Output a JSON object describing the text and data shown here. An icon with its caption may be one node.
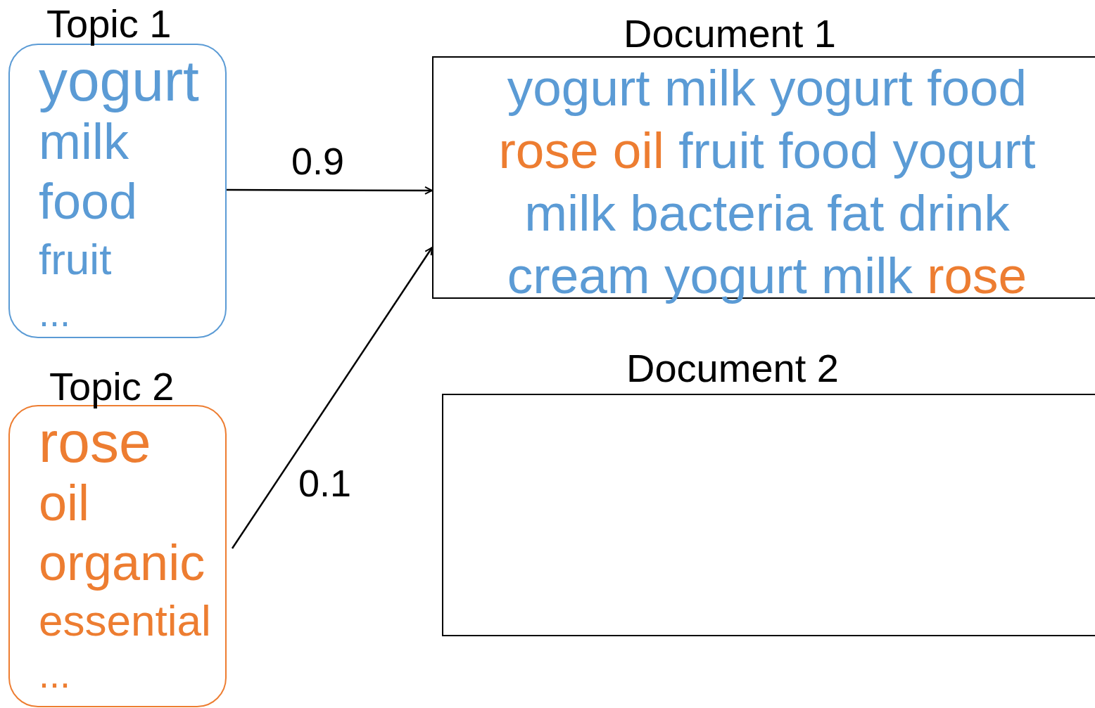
{
  "diagram": {
    "nodes": [
      {
        "text": [
          "Topic 1",
          "yogurt",
          "milk",
          "food",
          "fruit",
          "..."
        ]
      },
      {
        "text": [
          "Document 1",
          "yogurt milk yogurt food",
          "rose oil",
          "fruit food yogurt milk bacteria fat drink cream yogurt milk",
          "rose"
        ]
      },
      {
        "text": [
          "Topic 2",
          "rose",
          "oil",
          "organic",
          "essential",
          "..."
        ]
      },
      {
        "text": [
          "Document 2"
        ]
      }
    ],
    "edges": [
      {
        "from": 0,
        "to": 1,
        "arrow": "to",
        "label": "0.9"
      },
      {
        "from": 2,
        "to": 1,
        "arrow": "to",
        "label": "0.1"
      }
    ]
  }
}
